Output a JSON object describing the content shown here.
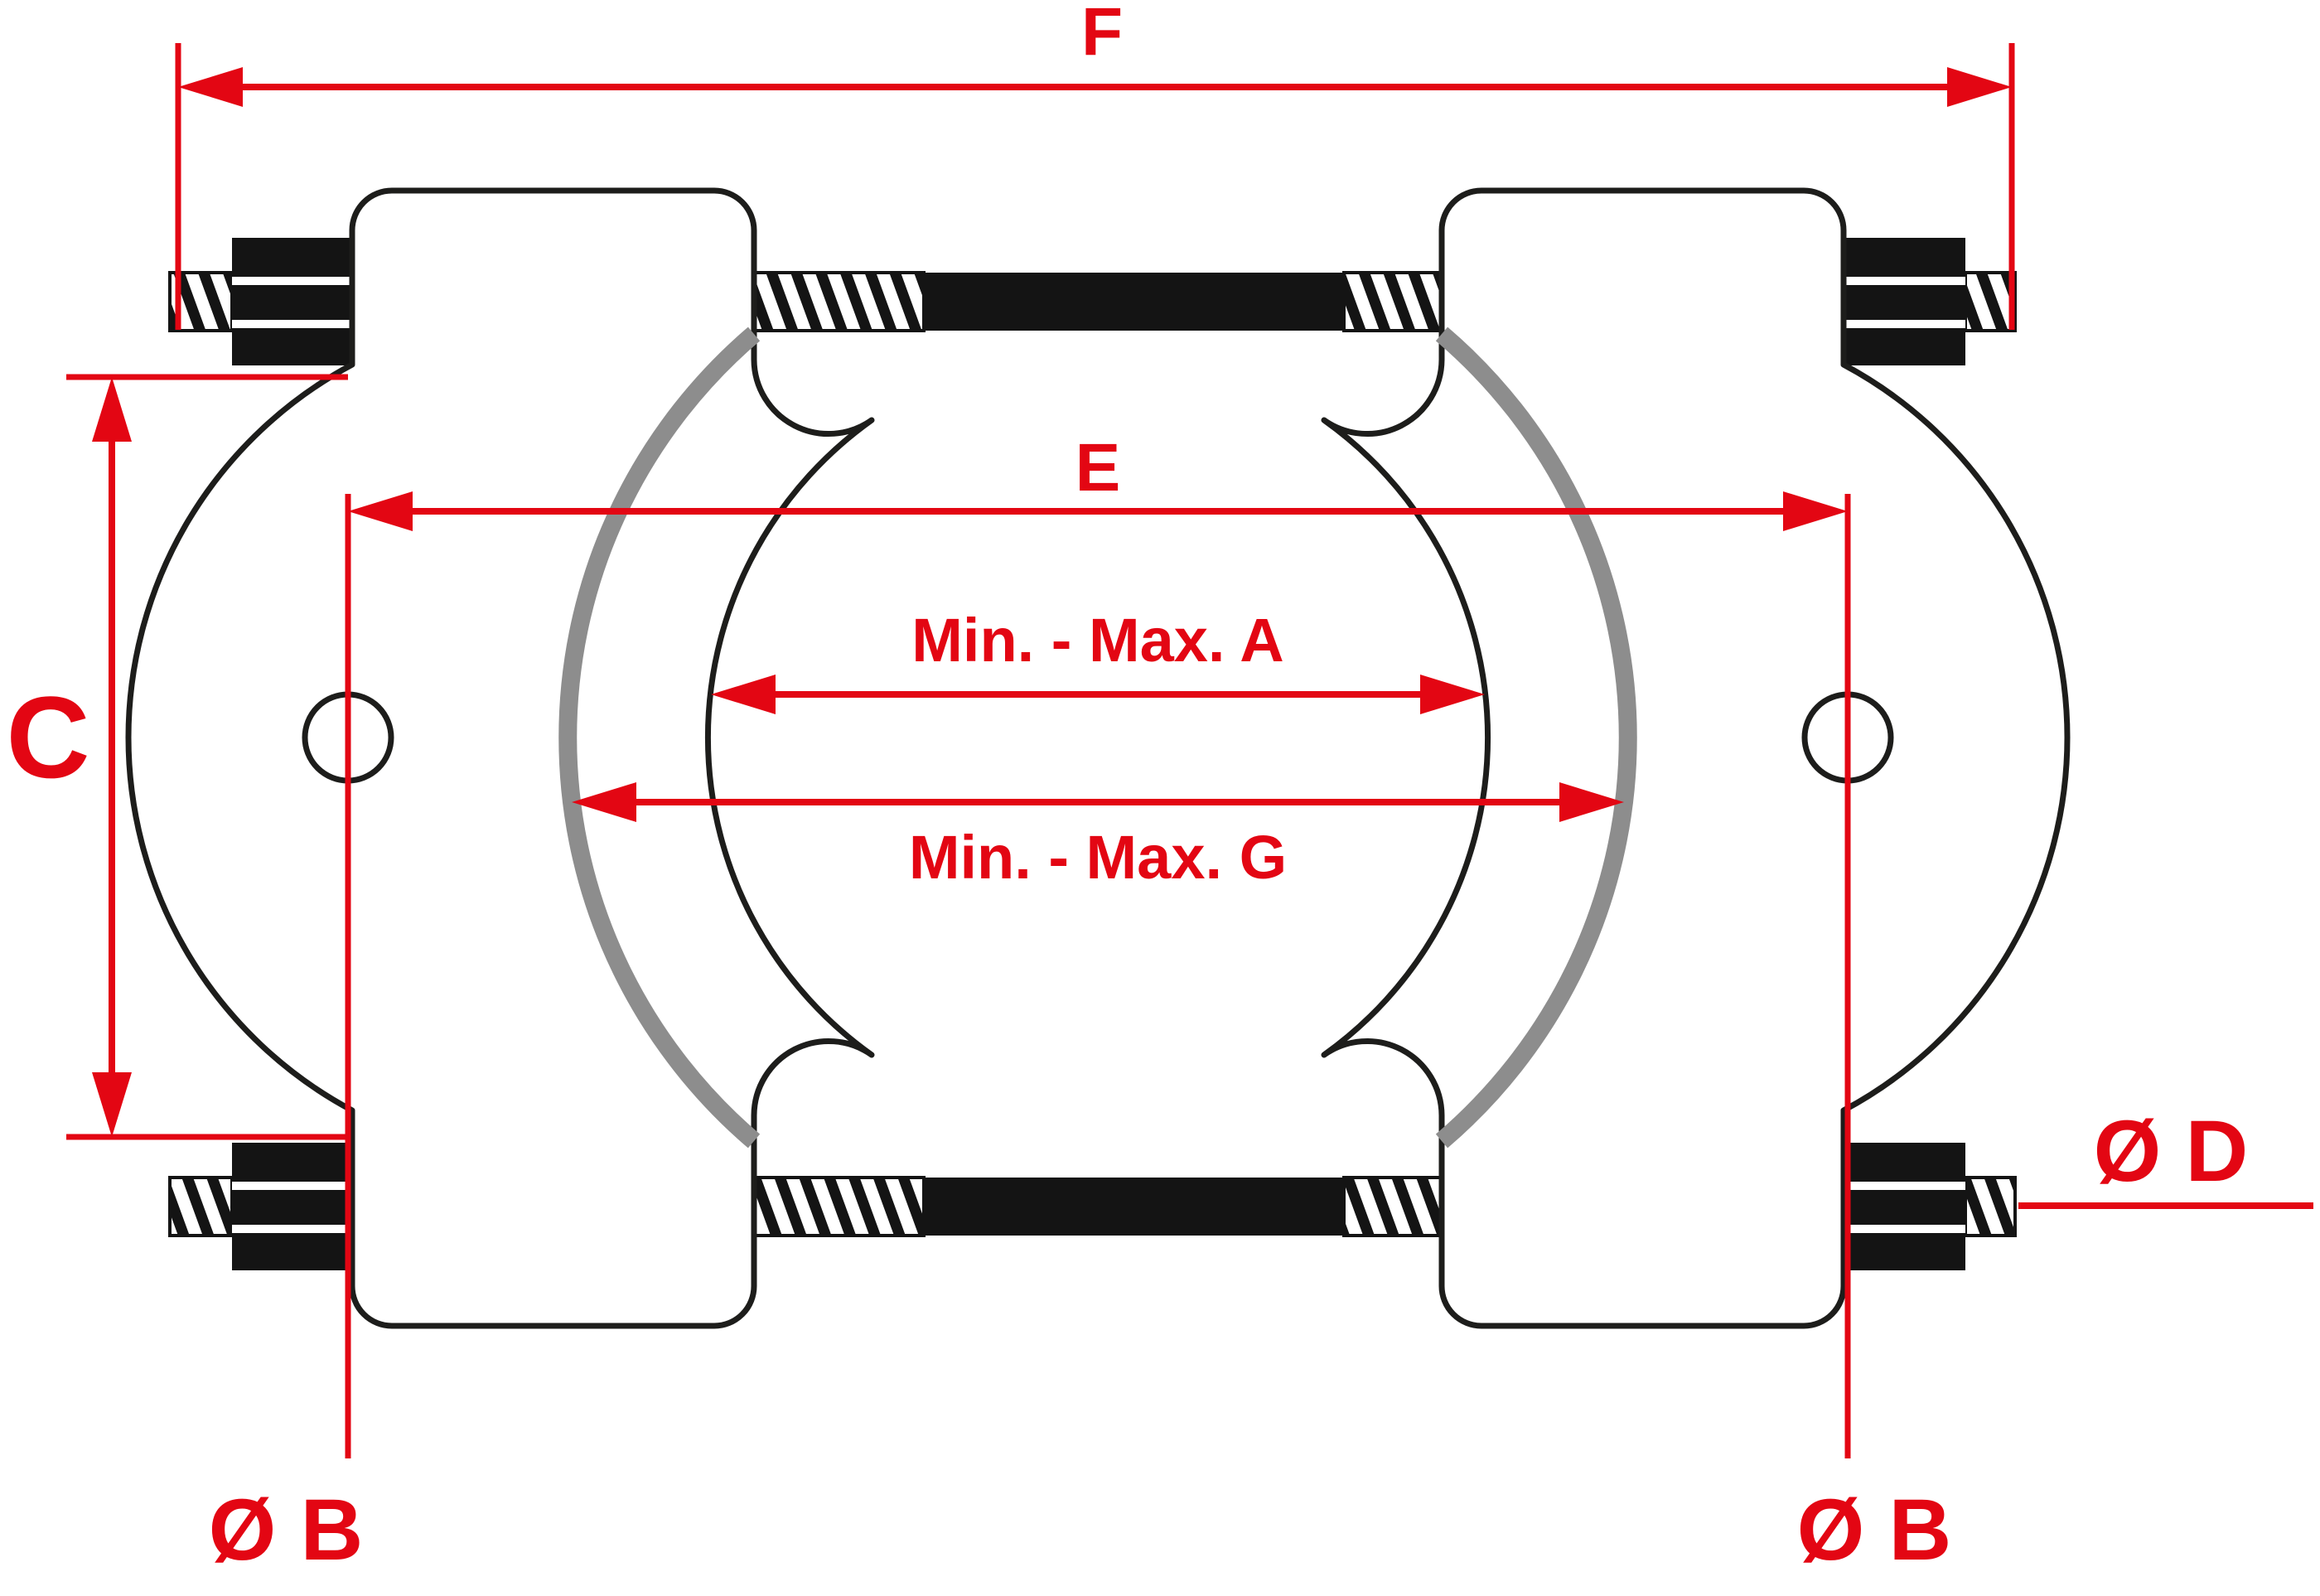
{
  "figure": {
    "type": "technical-dimension-diagram",
    "labels": {
      "f": "F",
      "c": "C",
      "e": "E",
      "min_max_a": "Min. - Max. A",
      "min_max_g": "Min. - Max. G",
      "dia_b_left": "Ø B",
      "dia_b_right": "Ø B",
      "dia_d": "Ø D"
    },
    "colors": {
      "dimension_red": "#e30613",
      "outline_dark": "#1d1d1b",
      "recess_gray": "#8d8d8d",
      "background": "#ffffff"
    }
  }
}
